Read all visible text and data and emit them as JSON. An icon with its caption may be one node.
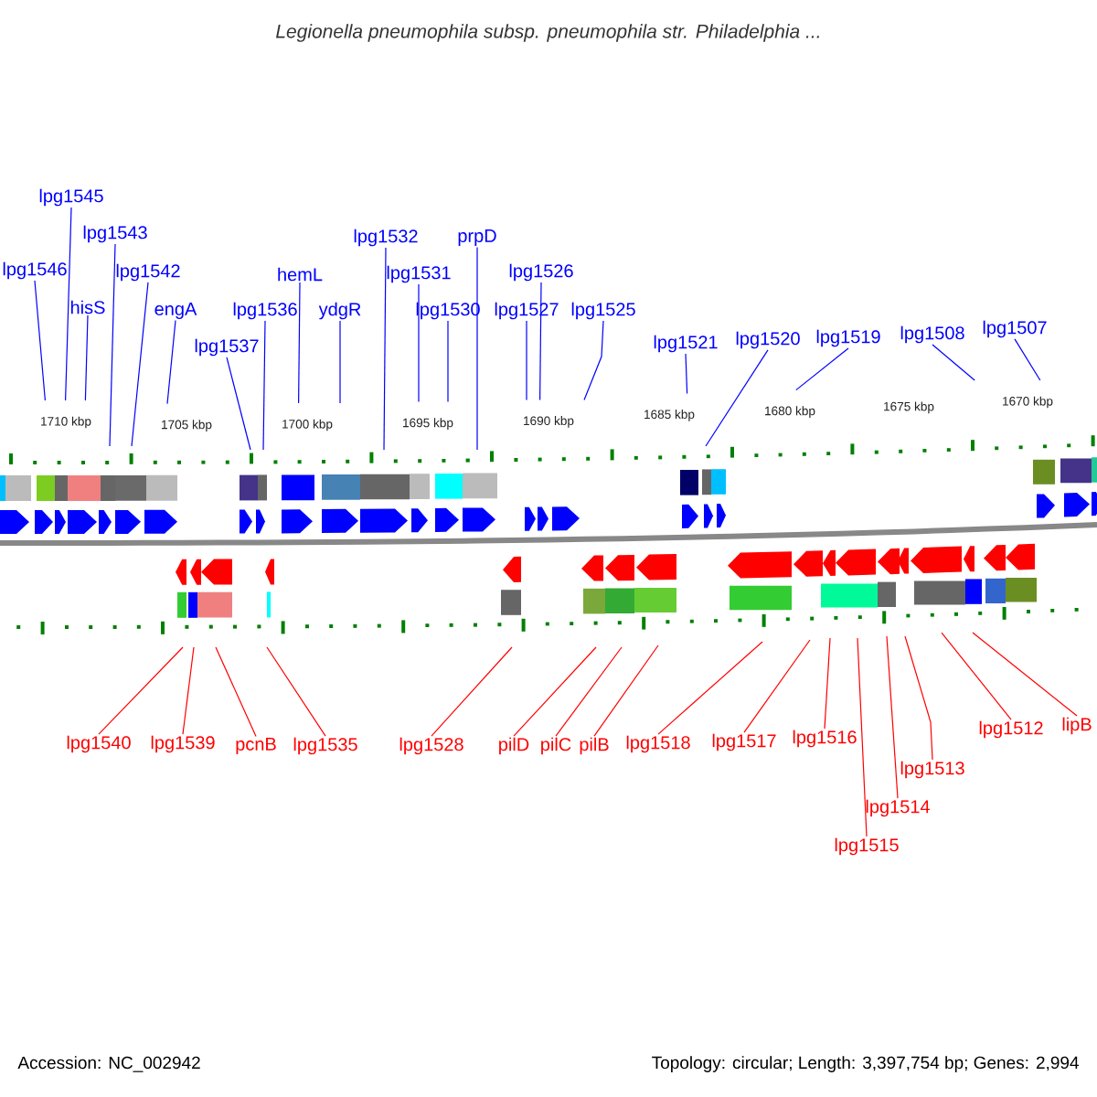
{
  "diagram": {
    "title": "Legionella pneumophila subsp. pneumophila str. Philadelphia ...",
    "nodes": [
      {
        "text": [
          "lpg1545"
        ]
      },
      {
        "text": [
          "lpg1546"
        ]
      },
      {
        "text": [
          "lpg1543"
        ]
      },
      {
        "text": [
          "hisS"
        ]
      },
      {
        "text": [
          "lpg1542"
        ]
      },
      {
        "text": [
          "engA"
        ]
      },
      {
        "text": [
          "lpg1537"
        ]
      },
      {
        "text": [
          "lpg1536"
        ]
      },
      {
        "text": [
          "hemL"
        ]
      },
      {
        "text": [
          "ydgR"
        ]
      },
      {
        "text": [
          "lpg1532"
        ]
      },
      {
        "text": [
          "lpg1531"
        ]
      },
      {
        "text": [
          "lpg1530"
        ]
      },
      {
        "text": [
          "prpD"
        ]
      },
      {
        "text": [
          "lpg1526"
        ]
      },
      {
        "text": [
          "lpg1527"
        ]
      },
      {
        "text": [
          "lpg1525"
        ]
      },
      {
        "text": [
          "lpg1521"
        ]
      },
      {
        "text": [
          "lpg1520"
        ]
      },
      {
        "text": [
          "lpg1519"
        ]
      },
      {
        "text": [
          "lpg1508"
        ]
      },
      {
        "text": [
          "lpg1507"
        ]
      },
      {
        "text": [
          "lpg1540"
        ]
      },
      {
        "text": [
          "lpg1539"
        ]
      },
      {
        "text": [
          "pcnB"
        ]
      },
      {
        "text": [
          "lpg1535"
        ]
      },
      {
        "text": [
          "lpg1528"
        ]
      },
      {
        "text": [
          "pilD"
        ]
      },
      {
        "text": [
          "pilC"
        ]
      },
      {
        "text": [
          "pilB"
        ]
      },
      {
        "text": [
          "lpg1518"
        ]
      },
      {
        "text": [
          "lpg1517"
        ]
      },
      {
        "text": [
          "lpg1516"
        ]
      },
      {
        "text": [
          "lpg1515"
        ]
      },
      {
        "text": [
          "lpg1514"
        ]
      },
      {
        "text": [
          "lpg1513"
        ]
      },
      {
        "text": [
          "lpg1512"
        ]
      },
      {
        "text": [
          "lipB"
        ]
      }
    ],
    "edges": [
      {
        "from": 0,
        "to": null,
        "arrow": "none"
      },
      {
        "from": 1,
        "to": null,
        "arrow": "none"
      },
      {
        "from": 2,
        "to": null,
        "arrow": "none"
      },
      {
        "from": 3,
        "to": null,
        "arrow": "none"
      },
      {
        "from": 4,
        "to": null,
        "arrow": "none"
      },
      {
        "from": 5,
        "to": null,
        "arrow": "none"
      },
      {
        "from": 6,
        "to": null,
        "arrow": "none"
      },
      {
        "from": 7,
        "to": null,
        "arrow": "none"
      },
      {
        "from": 8,
        "to": null,
        "arrow": "none"
      },
      {
        "from": 9,
        "to": null,
        "arrow": "none"
      },
      {
        "from": 10,
        "to": null,
        "arrow": "none"
      },
      {
        "from": 11,
        "to": null,
        "arrow": "none"
      },
      {
        "from": 12,
        "to": null,
        "arrow": "none"
      },
      {
        "from": 13,
        "to": null,
        "arrow": "none"
      },
      {
        "from": 14,
        "to": null,
        "arrow": "none"
      },
      {
        "from": 15,
        "to": null,
        "arrow": "none"
      },
      {
        "from": 16,
        "to": null,
        "arrow": "none"
      },
      {
        "from": 17,
        "to": null,
        "arrow": "none"
      },
      {
        "from": 18,
        "to": null,
        "arrow": "none"
      },
      {
        "from": 19,
        "to": null,
        "arrow": "none"
      },
      {
        "from": 20,
        "to": null,
        "arrow": "none"
      },
      {
        "from": 21,
        "to": null,
        "arrow": "none"
      },
      {
        "from": 22,
        "to": null,
        "arrow": "none",
        "color": "#ff0000"
      },
      {
        "from": 23,
        "to": null,
        "arrow": "none",
        "color": "#ff0000"
      },
      {
        "from": 24,
        "to": null,
        "arrow": "none",
        "color": "#ff0000"
      },
      {
        "from": 25,
        "to": null,
        "arrow": "none",
        "color": "#ff0000"
      },
      {
        "from": 26,
        "to": null,
        "arrow": "none",
        "color": "#ff0000"
      },
      {
        "from": 27,
        "to": null,
        "arrow": "none",
        "color": "#ff0000"
      },
      {
        "from": 28,
        "to": null,
        "arrow": "none",
        "color": "#ff0000"
      },
      {
        "from": 29,
        "to": null,
        "arrow": "none",
        "color": "#ff0000"
      },
      {
        "from": 30,
        "to": null,
        "arrow": "none",
        "color": "#ff0000"
      },
      {
        "from": 31,
        "to": null,
        "arrow": "none",
        "color": "#ff0000"
      },
      {
        "from": 32,
        "to": null,
        "arrow": "none",
        "color": "#ff0000"
      },
      {
        "from": 33,
        "to": null,
        "arrow": "none",
        "color": "#ff0000"
      },
      {
        "from": 34,
        "to": null,
        "arrow": "none",
        "color": "#ff0000"
      },
      {
        "from": 35,
        "to": null,
        "arrow": "none",
        "color": "#ff0000"
      },
      {
        "from": 36,
        "to": null,
        "arrow": "none",
        "color": "#ff0000"
      },
      {
        "from": 37,
        "to": null,
        "arrow": "none",
        "color": "#ff0000"
      }
    ],
    "labels": [
      "1710 kbp",
      "1705 kbp",
      "1700 kbp",
      "1695 kbp",
      "1690 kbp",
      "1685 kbp",
      "1680 kbp",
      "1675 kbp",
      "1670 kbp",
      "Accession: NC_002942",
      "Topology: circular; Length: 3,397,754 bp; Genes: 2,994"
    ]
  }
}
